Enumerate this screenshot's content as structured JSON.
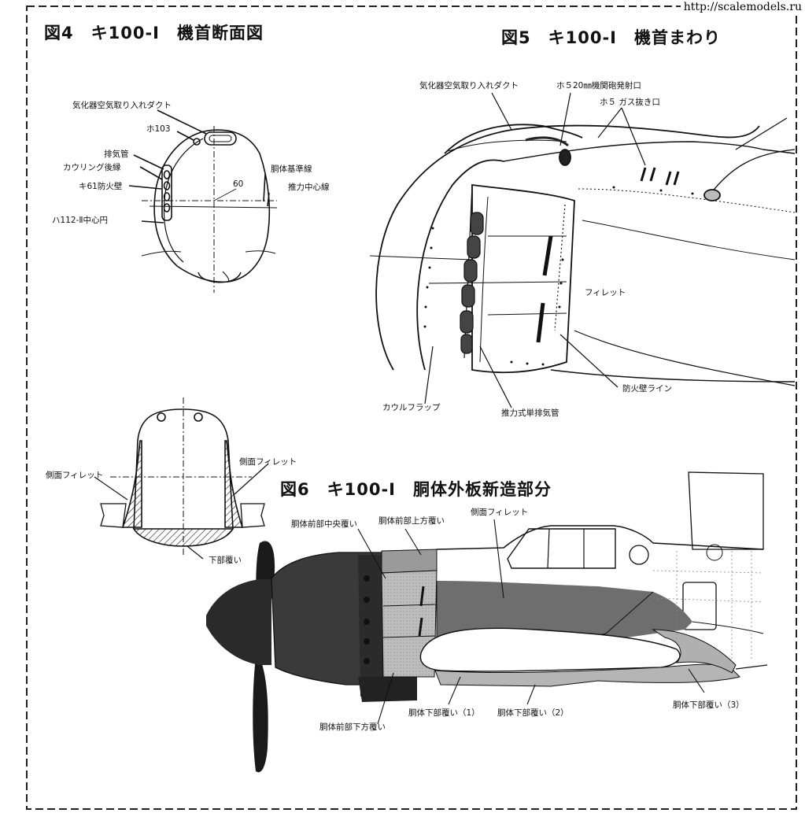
{
  "watermark": "http://scalemodels.ru",
  "fig4": {
    "title": "図4　キ100-Ⅰ　機首断面図",
    "labels": {
      "intake_duct": "気化器空気取り入れダクト",
      "ho103": "ホ103",
      "exhaust": "排気管",
      "cowling_edge": "カウリング後縁",
      "ki61_firewall": "キ61防火壁",
      "ha112_circle": "ハ112-Ⅱ中心円",
      "angle_60": "60",
      "fuselage_datum": "胴体基準線",
      "thrust_line": "推力中心線",
      "fillet_left": "側面フィレット",
      "fillet_right": "側面フィレット",
      "lower_cover": "下部覆い"
    }
  },
  "fig5": {
    "title": "図5　キ100-Ⅰ　機首まわり",
    "labels": {
      "intake_duct": "気化器空気取り入れダクト",
      "gun_port": "ホ５20㎜機関砲発射口",
      "gas_vent": "ホ５ ガス抜き口",
      "fillet": "フィレット",
      "firewall_line": "防火壁ライン",
      "cowl_flap": "カウルフラップ",
      "thrust_exhaust": "推力式単排気管"
    }
  },
  "fig6": {
    "title": "図6　キ100-Ⅰ　胴体外板新造部分",
    "labels": {
      "front_center": "胴体前部中央覆い",
      "front_upper": "胴体前部上方覆い",
      "side_fillet": "側面フィレット",
      "front_lower": "胴体前部下方覆い",
      "lower1": "胴体下部覆い（1）",
      "lower2": "胴体下部覆い（2）",
      "lower3": "胴体下部覆い（3）"
    }
  }
}
